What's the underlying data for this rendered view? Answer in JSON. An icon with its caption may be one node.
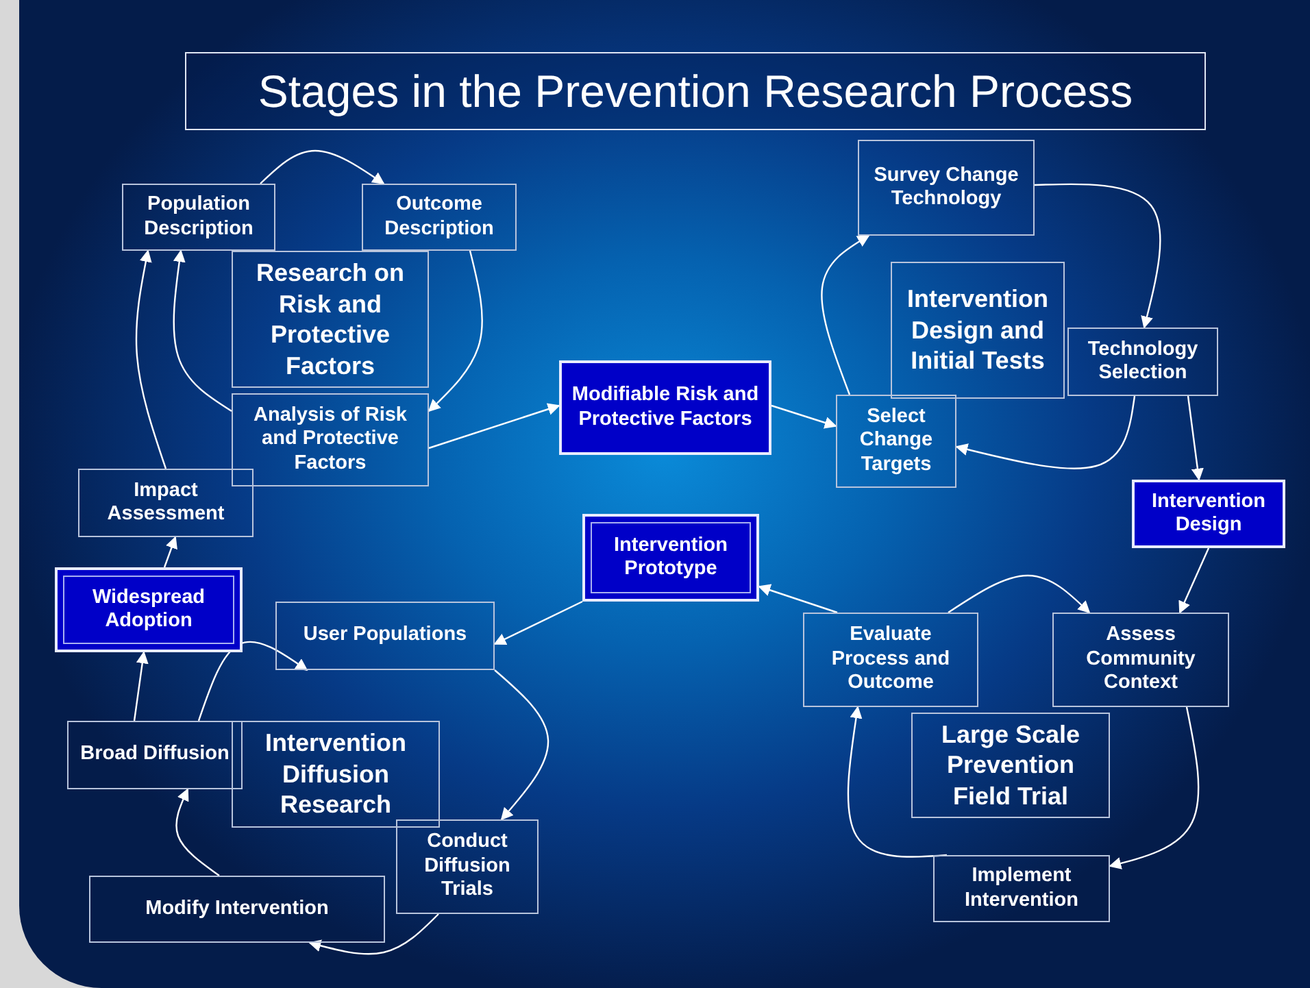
{
  "diagram": {
    "title": "Stages in the Prevention Research Process",
    "nodes": [
      {
        "text": [
          "Population Description"
        ]
      },
      {
        "text": [
          "Outcome Description"
        ]
      },
      {
        "text": [
          "Research on Risk and Protective Factors"
        ]
      },
      {
        "text": [
          "Analysis of Risk and Protective Factors"
        ]
      },
      {
        "text": [
          "Impact Assessment"
        ]
      },
      {
        "text": [
          "Widespread Adoption"
        ]
      },
      {
        "text": [
          "Modifiable Risk and Protective Factors"
        ]
      },
      {
        "text": [
          "Survey Change Technology"
        ]
      },
      {
        "text": [
          "Intervention Design and Initial Tests"
        ]
      },
      {
        "text": [
          "Technology Selection"
        ]
      },
      {
        "text": [
          "Select Change Targets"
        ]
      },
      {
        "text": [
          "Intervention Design"
        ]
      },
      {
        "text": [
          "Intervention Prototype"
        ]
      },
      {
        "text": [
          "User Populations"
        ]
      },
      {
        "text": [
          "Broad Diffusion"
        ]
      },
      {
        "text": [
          "Intervention Diffusion Research"
        ]
      },
      {
        "text": [
          "Conduct Diffusion Trials"
        ]
      },
      {
        "text": [
          "Modify Intervention"
        ]
      },
      {
        "text": [
          "Evaluate Process and Outcome"
        ]
      },
      {
        "text": [
          "Assess Community Context"
        ]
      },
      {
        "text": [
          "Large Scale Prevention Field Trial"
        ]
      },
      {
        "text": [
          "Implement Intervention"
        ]
      }
    ],
    "edges": [
      {
        "from": 0,
        "to": 1,
        "arrow": "to"
      },
      {
        "from": 1,
        "to": 3,
        "arrow": "to"
      },
      {
        "from": 3,
        "to": 0,
        "arrow": "to"
      },
      {
        "from": 4,
        "to": 0,
        "arrow": "to"
      },
      {
        "from": 5,
        "to": 4,
        "arrow": "to"
      },
      {
        "from": 3,
        "to": 6,
        "arrow": "to"
      },
      {
        "from": 6,
        "to": 10,
        "arrow": "to"
      },
      {
        "from": 10,
        "to": 7,
        "arrow": "to"
      },
      {
        "from": 7,
        "to": 9,
        "arrow": "to"
      },
      {
        "from": 9,
        "to": 10,
        "arrow": "to"
      },
      {
        "from": 9,
        "to": 11,
        "arrow": "to"
      },
      {
        "from": 11,
        "to": 19,
        "arrow": "to"
      },
      {
        "from": 19,
        "to": 21,
        "arrow": "to"
      },
      {
        "from": 21,
        "to": 18,
        "arrow": "to"
      },
      {
        "from": 18,
        "to": 19,
        "arrow": "to"
      },
      {
        "from": 18,
        "to": 12,
        "arrow": "to"
      },
      {
        "from": 12,
        "to": 13,
        "arrow": "to"
      },
      {
        "from": 13,
        "to": 16,
        "arrow": "to"
      },
      {
        "from": 16,
        "to": 17,
        "arrow": "to"
      },
      {
        "from": 17,
        "to": 14,
        "arrow": "to"
      },
      {
        "from": 14,
        "to": 13,
        "arrow": "to"
      },
      {
        "from": 14,
        "to": 5,
        "arrow": "to"
      }
    ]
  }
}
